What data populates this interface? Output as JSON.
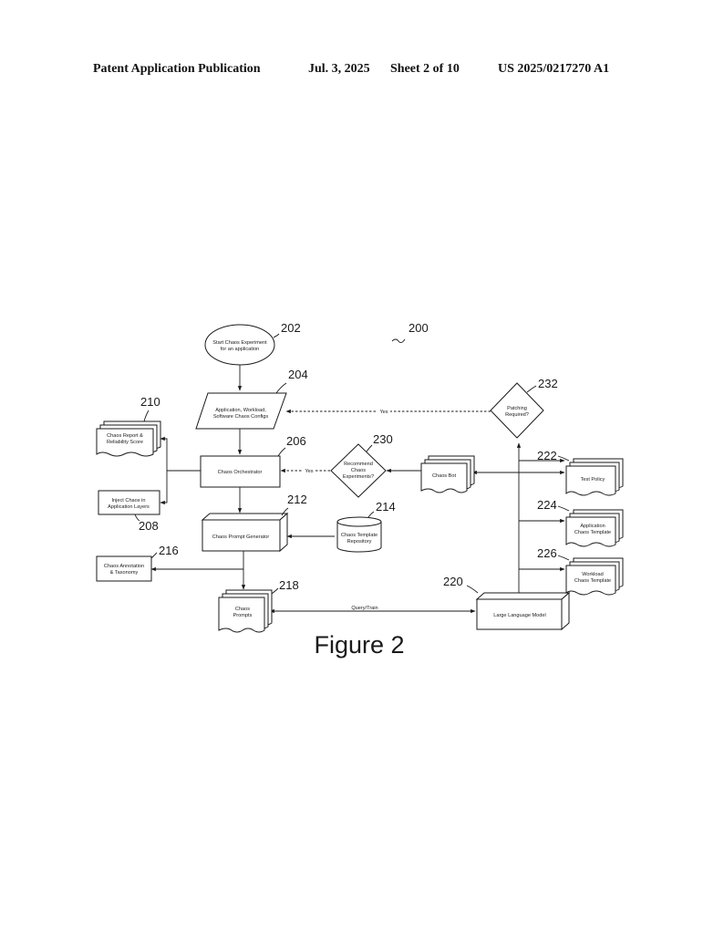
{
  "header": {
    "publication": "Patent Application Publication",
    "date": "Jul. 3, 2025",
    "sheet": "Sheet 2 of 10",
    "number": "US 2025/0217270 A1"
  },
  "figure": {
    "caption": "Figure 2",
    "ref_system": "200",
    "nodes": {
      "start": {
        "ref": "202",
        "lines": [
          "Start Chaos Experiment",
          "for an application"
        ]
      },
      "configs": {
        "ref": "204",
        "lines": [
          "Application, Workload,",
          "Software Chaos Configs"
        ]
      },
      "orchestrator": {
        "ref": "206",
        "lines": [
          "Chaos Orchestrator"
        ]
      },
      "inject": {
        "ref": "208",
        "lines": [
          "Inject Chaos in",
          "Application Layers"
        ]
      },
      "report": {
        "ref": "210",
        "lines": [
          "Chaos Report &",
          "Reliability Score"
        ]
      },
      "prompt_generator": {
        "ref": "212",
        "lines": [
          "Chaos Prompt Generator"
        ]
      },
      "template_repo": {
        "ref": "214",
        "lines": [
          "Chaos Template",
          "Repository"
        ]
      },
      "annotation": {
        "ref": "216",
        "lines": [
          "Chaos Annotation",
          "& Taxonomy"
        ]
      },
      "prompts": {
        "ref": "218",
        "lines": [
          "Chaos",
          "Prompts"
        ]
      },
      "llm": {
        "ref": "220",
        "lines": [
          "Large Language Model"
        ]
      },
      "test_policy": {
        "ref": "222",
        "lines": [
          "Test Policy"
        ]
      },
      "app_template": {
        "ref": "224",
        "lines": [
          "Application",
          "Chaos Template"
        ]
      },
      "workload_template": {
        "ref": "226",
        "lines": [
          "Workload",
          "Chaos Template"
        ]
      },
      "recommend": {
        "ref": "230",
        "lines": [
          "Recommend",
          "Chaos",
          "Experiments?"
        ]
      },
      "patching": {
        "ref": "232",
        "lines": [
          "Patching",
          "Required?"
        ]
      },
      "chaos_bot": {
        "lines": [
          "Chaos Bot"
        ]
      }
    },
    "edge_labels": {
      "yes_patching": "Yes",
      "yes_recommend": "Yes",
      "query_train": "Query/Train"
    }
  }
}
